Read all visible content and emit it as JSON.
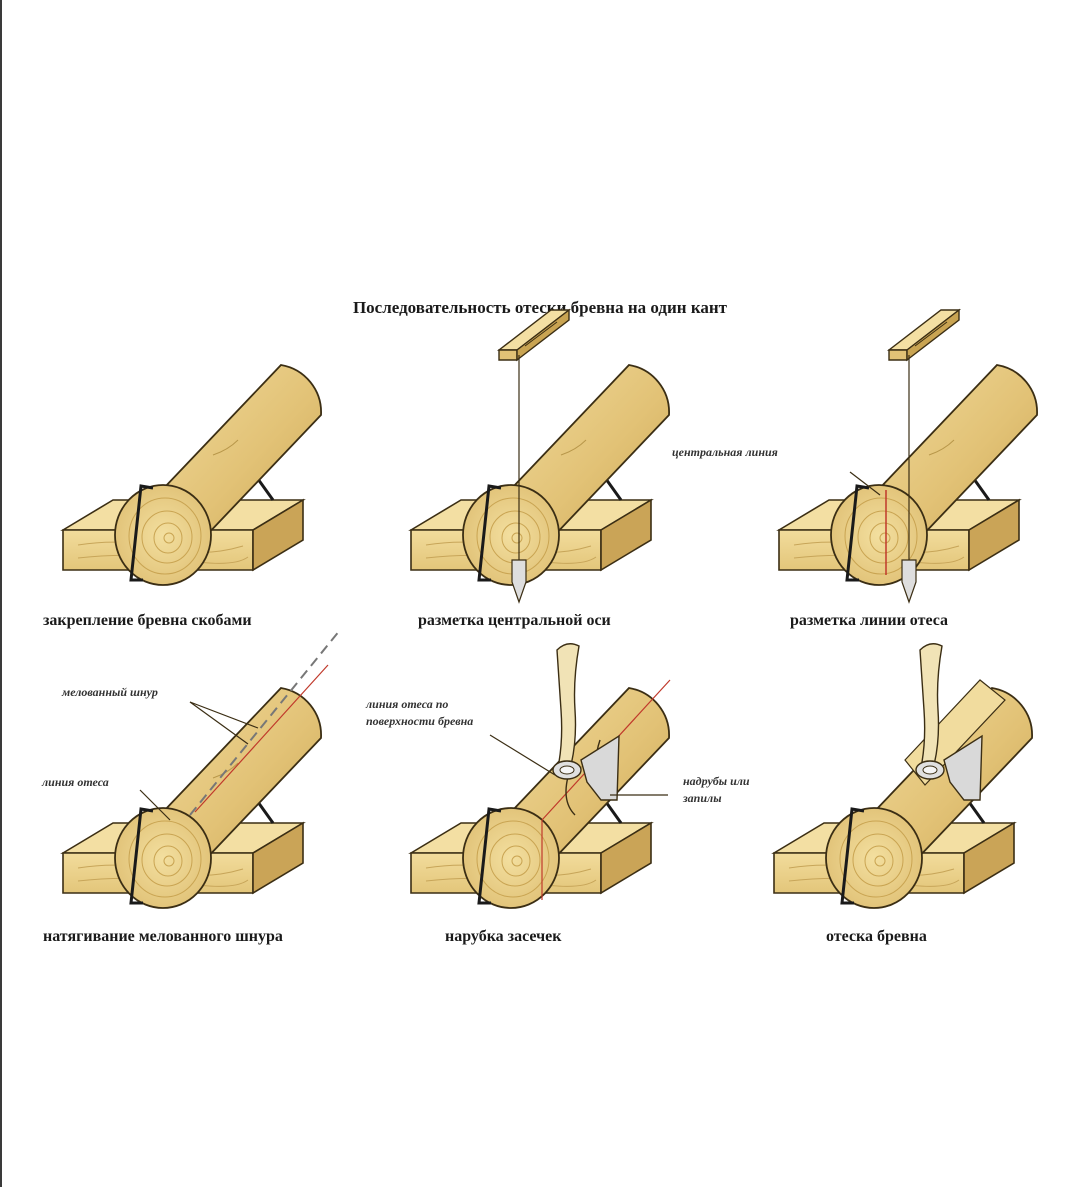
{
  "title": "Последовательность отески бревна на один кант",
  "steps": [
    {
      "caption": "закрепление бревна скобами"
    },
    {
      "caption": "разметка центральной оси"
    },
    {
      "caption": "разметка линии отеса"
    },
    {
      "caption": "натягивание мелованного шнура"
    },
    {
      "caption": "нарубка засечек"
    },
    {
      "caption": "отеска бревна"
    }
  ],
  "annotations": {
    "central_line": "центральная линия",
    "chalk_cord": "мелованный шнур",
    "hew_line": "линия отеса",
    "hew_line_surface_1": "линия отеса по",
    "hew_line_surface_2": "поверхности бревна",
    "notches_1": "надрубы или",
    "notches_2": "запилы"
  },
  "colors": {
    "wood_light": "#e9d08c",
    "wood_mid": "#d8b866",
    "wood_dark": "#b8974a",
    "outline": "#3b2e14",
    "red_line": "#c0392b"
  }
}
